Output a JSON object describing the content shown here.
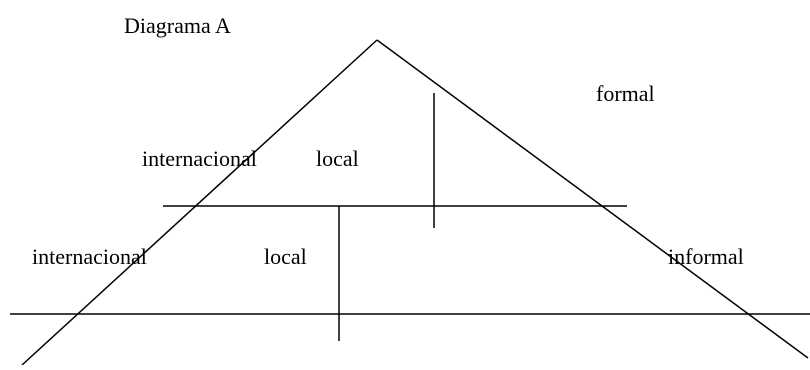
{
  "diagram": {
    "title": "Diagrama    A",
    "labels": {
      "formal": "formal",
      "upper_international": "internacional",
      "upper_local": "local",
      "lower_international": "internacional",
      "lower_local": "local",
      "informal": "informal"
    },
    "colors": {
      "line": "#000000",
      "text": "#000000",
      "background": "#ffffff"
    }
  }
}
